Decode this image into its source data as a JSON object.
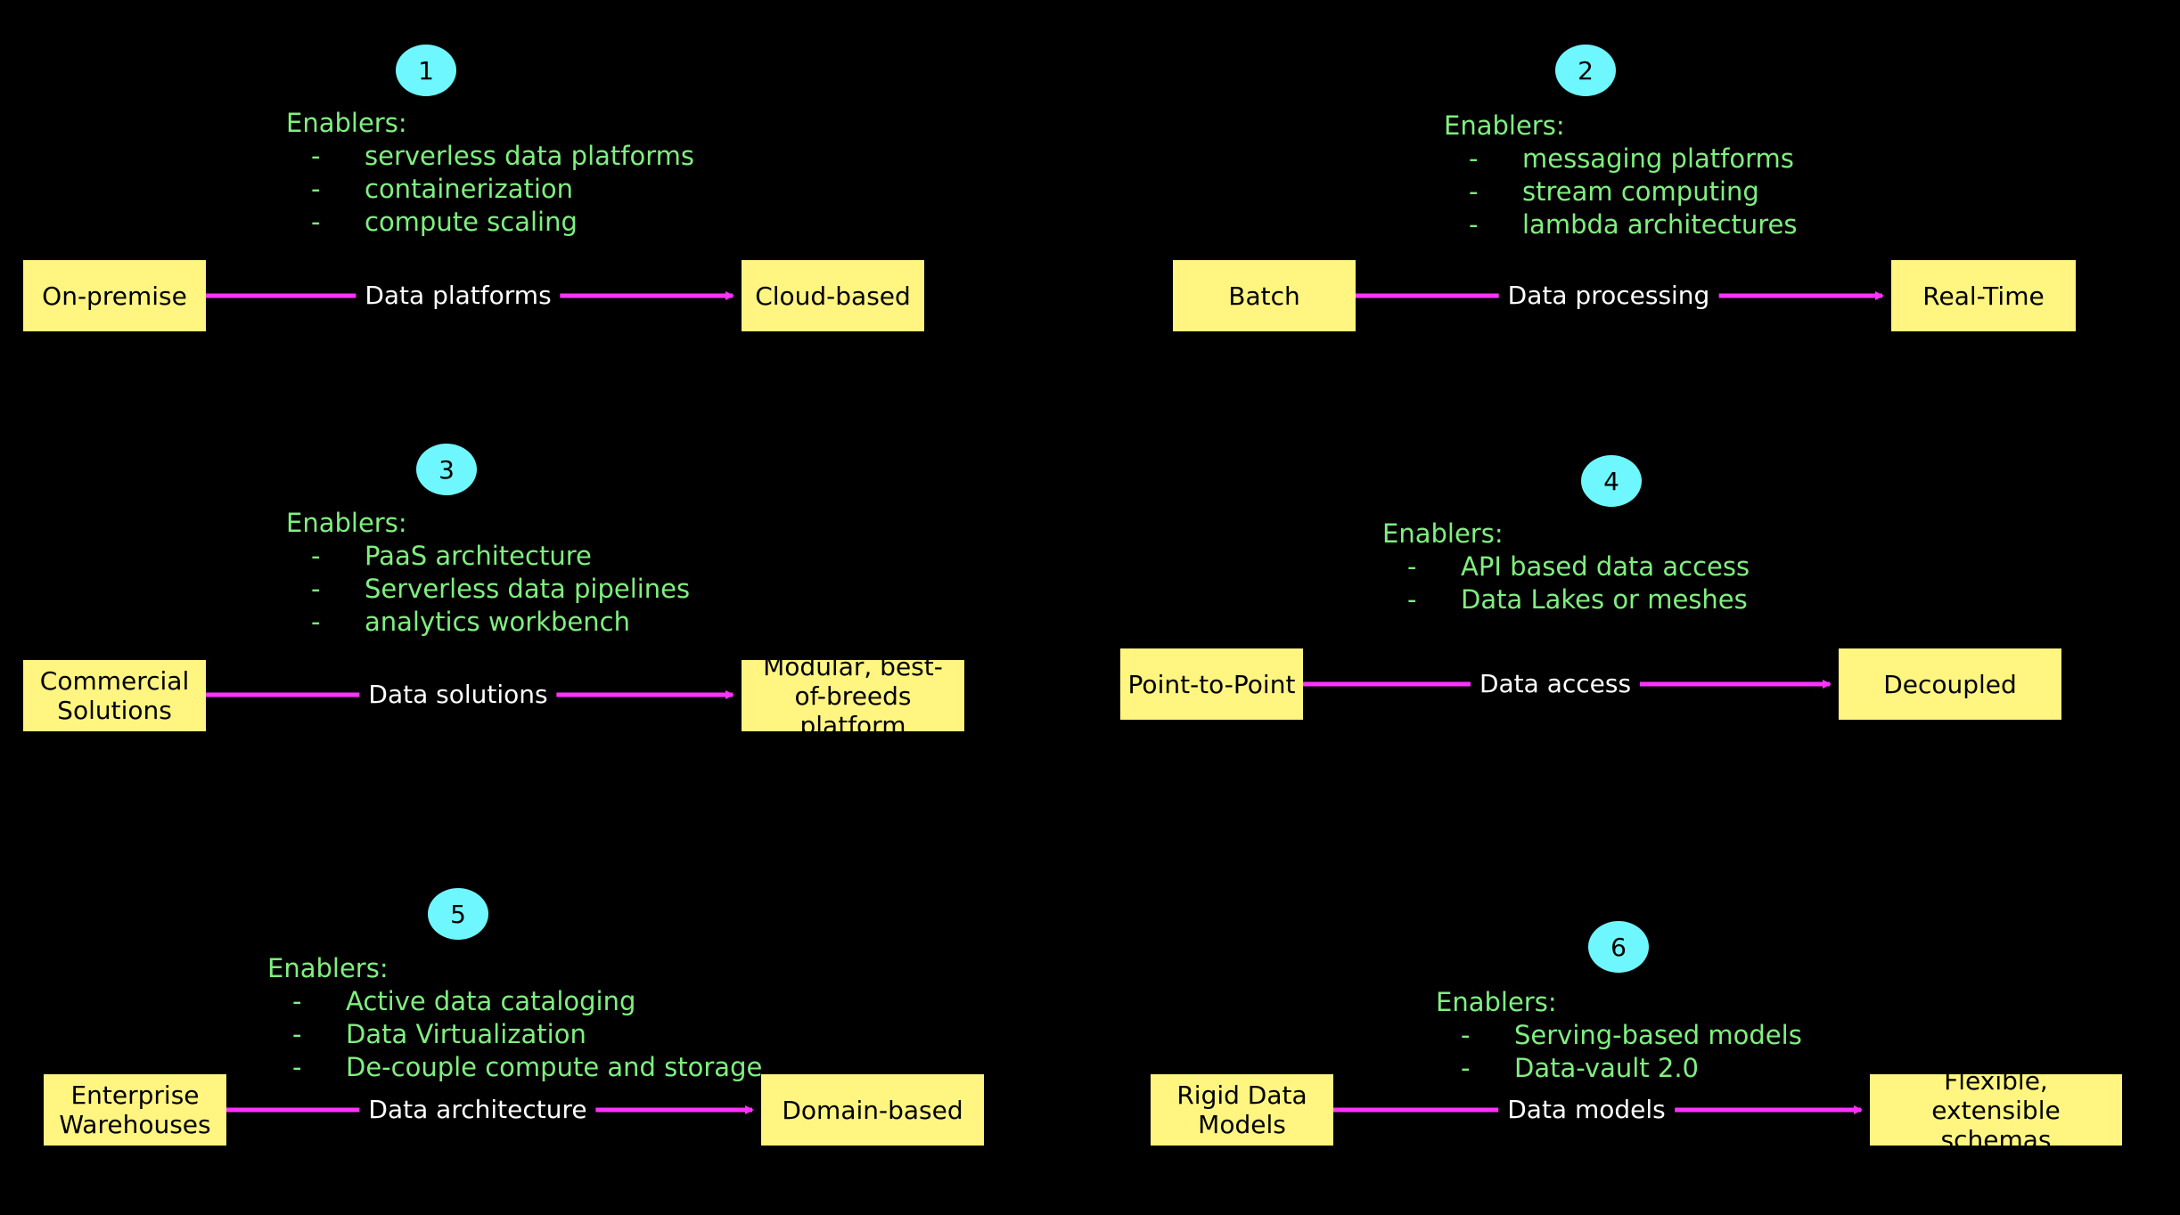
{
  "colors": {
    "background": "#000000",
    "badge": "#6ff7ff",
    "node": "#fff580",
    "enablers_text": "#7ff07f",
    "arrow": "#ff33ff",
    "label_text": "#ffffff"
  },
  "blocks": [
    {
      "number": "1",
      "enablers_title": "Enablers:",
      "enablers": [
        "serverless data platforms",
        "containerization",
        "compute scaling"
      ],
      "from": "On-premise",
      "label": "Data platforms",
      "to": "Cloud-based"
    },
    {
      "number": "2",
      "enablers_title": "Enablers:",
      "enablers": [
        "messaging platforms",
        "stream computing",
        "lambda architectures"
      ],
      "from": "Batch",
      "label": "Data processing",
      "to": "Real-Time"
    },
    {
      "number": "3",
      "enablers_title": "Enablers:",
      "enablers": [
        "PaaS architecture",
        "Serverless data pipelines",
        "analytics workbench"
      ],
      "from": "Commercial Solutions",
      "label": "Data solutions",
      "to": "Modular, best-of-breeds platform"
    },
    {
      "number": "4",
      "enablers_title": "Enablers:",
      "enablers": [
        "API based data access",
        "Data Lakes or meshes"
      ],
      "from": "Point-to-Point",
      "label": "Data access",
      "to": "Decoupled"
    },
    {
      "number": "5",
      "enablers_title": "Enablers:",
      "enablers": [
        "Active data cataloging",
        "Data Virtualization",
        "De-couple compute and storage"
      ],
      "from": "Enterprise Warehouses",
      "label": "Data architecture",
      "to": "Domain-based"
    },
    {
      "number": "6",
      "enablers_title": "Enablers:",
      "enablers": [
        "Serving-based models",
        "Data-vault 2.0"
      ],
      "from": "Rigid Data Models",
      "label": "Data models",
      "to": "Flexible, extensible schemas"
    }
  ]
}
